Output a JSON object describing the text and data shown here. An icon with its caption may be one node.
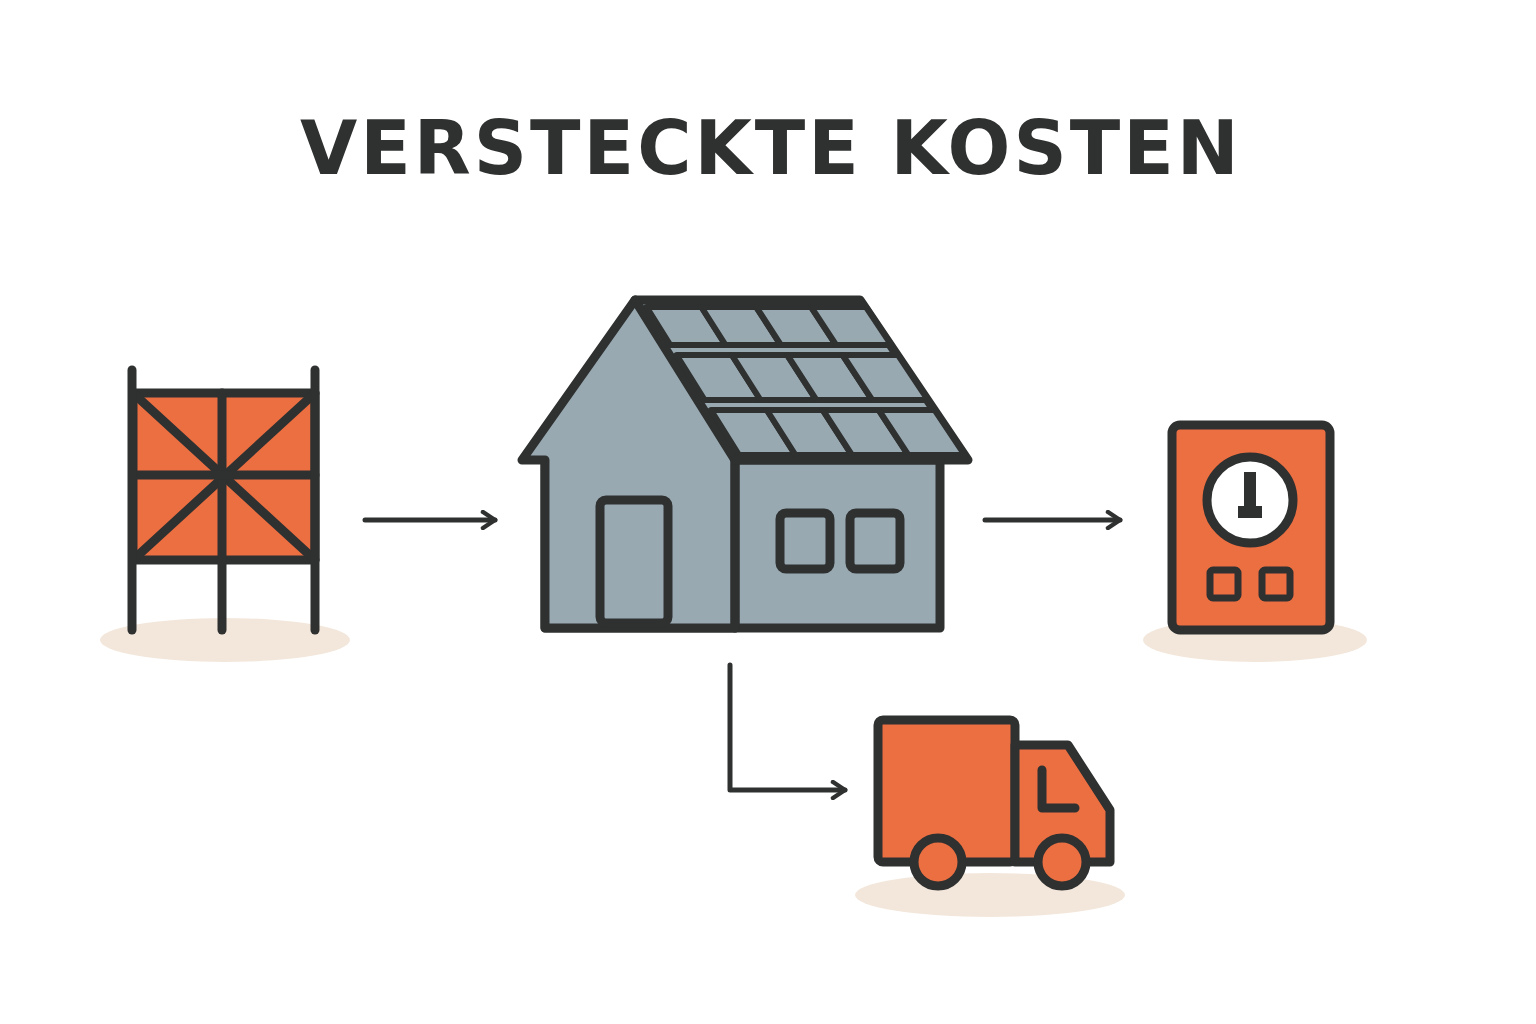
{
  "diagram": {
    "title": "VERSTECKTE KOSTEN",
    "nodes": [
      {
        "text": [],
        "shape": "picture"
      },
      {
        "text": [],
        "shape": "picture"
      },
      {
        "text": [],
        "shape": "picture"
      },
      {
        "text": [],
        "shape": "picture"
      }
    ],
    "edges": [
      {
        "from": 0,
        "to": 1,
        "arrow": "to"
      },
      {
        "from": 1,
        "to": 2,
        "arrow": "to"
      },
      {
        "from": 1,
        "to": 3,
        "arrow": "to"
      }
    ]
  }
}
